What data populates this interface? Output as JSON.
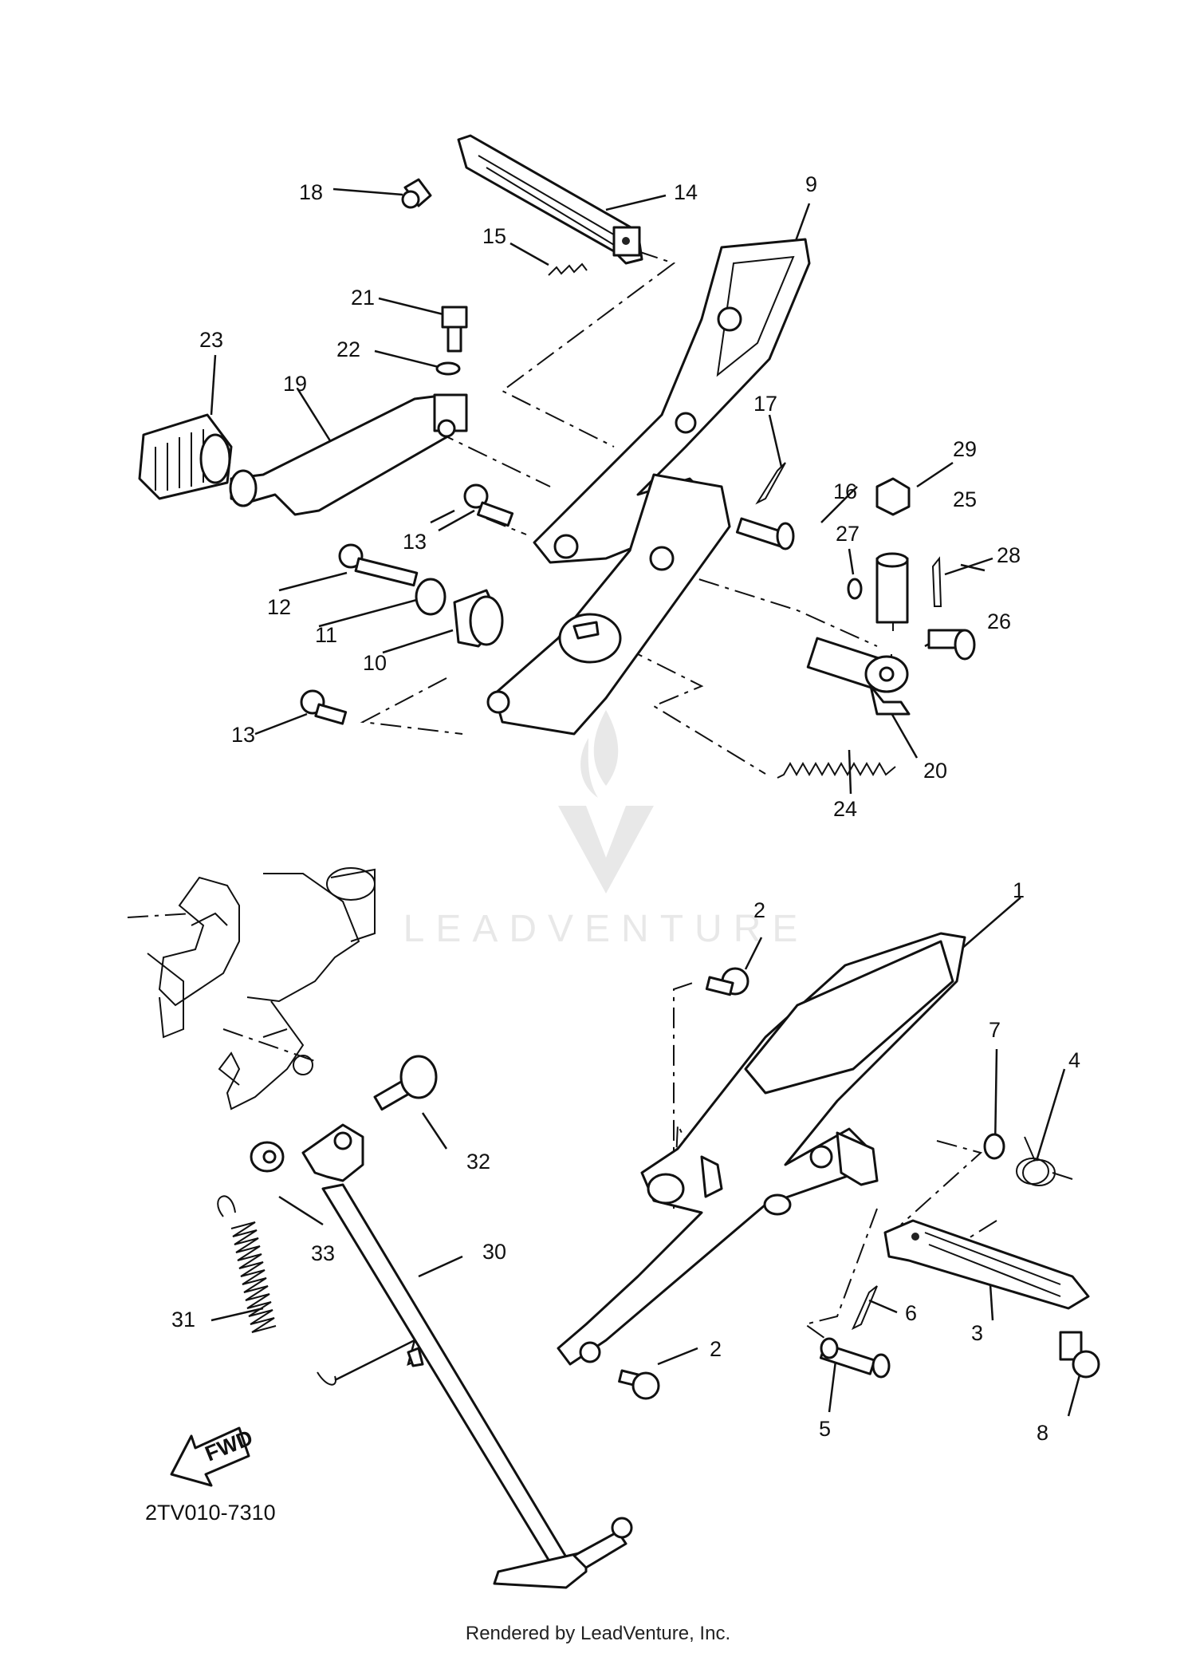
{
  "diagram": {
    "code": "2TV010-7310",
    "fwd_label": "FWD",
    "watermark": "LEADVENTURE",
    "footer": "Rendered by LeadVenture, Inc.",
    "callouts": {
      "c1": "1",
      "c2a": "2",
      "c2b": "2",
      "c3": "3",
      "c4": "4",
      "c5": "5",
      "c6": "6",
      "c7": "7",
      "c8": "8",
      "c9": "9",
      "c10": "10",
      "c11": "11",
      "c12": "12",
      "c13a": "13",
      "c13b": "13",
      "c14": "14",
      "c15": "15",
      "c16": "16",
      "c17": "17",
      "c18": "18",
      "c19": "19",
      "c20": "20",
      "c21": "21",
      "c22": "22",
      "c23": "23",
      "c24": "24",
      "c25": "25",
      "c26": "26",
      "c27": "27",
      "c28": "28",
      "c29": "29",
      "c30": "30",
      "c31": "31",
      "c32": "32",
      "c33": "33"
    }
  }
}
